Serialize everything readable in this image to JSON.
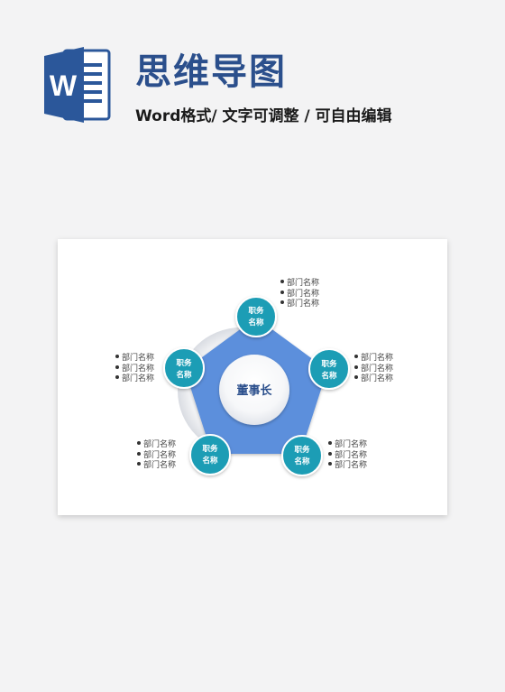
{
  "header": {
    "logo_letter": "W",
    "title": "思维导图",
    "subtitle": "Word格式/ 文字可调整 / 可自由编辑"
  },
  "diagram": {
    "center_label": "董事长",
    "nodes": [
      {
        "line1": "职务",
        "line2": "名称",
        "departments": [
          "部门名称",
          "部门名称",
          "部门名称"
        ]
      },
      {
        "line1": "职务",
        "line2": "名称",
        "departments": [
          "部门名称",
          "部门名称",
          "部门名称"
        ]
      },
      {
        "line1": "职务",
        "line2": "名称",
        "departments": [
          "部门名称",
          "部门名称",
          "部门名称"
        ]
      },
      {
        "line1": "职务",
        "line2": "名称",
        "departments": [
          "部门名称",
          "部门名称",
          "部门名称"
        ]
      },
      {
        "line1": "职务",
        "line2": "名称",
        "departments": [
          "部门名称",
          "部门名称",
          "部门名称"
        ]
      }
    ]
  },
  "colors": {
    "title": "#2b4f8c",
    "word_blue": "#2b579a",
    "pentagon": "#5b8fdc",
    "node": "#1f9db5",
    "center_text": "#2b4f8c"
  }
}
